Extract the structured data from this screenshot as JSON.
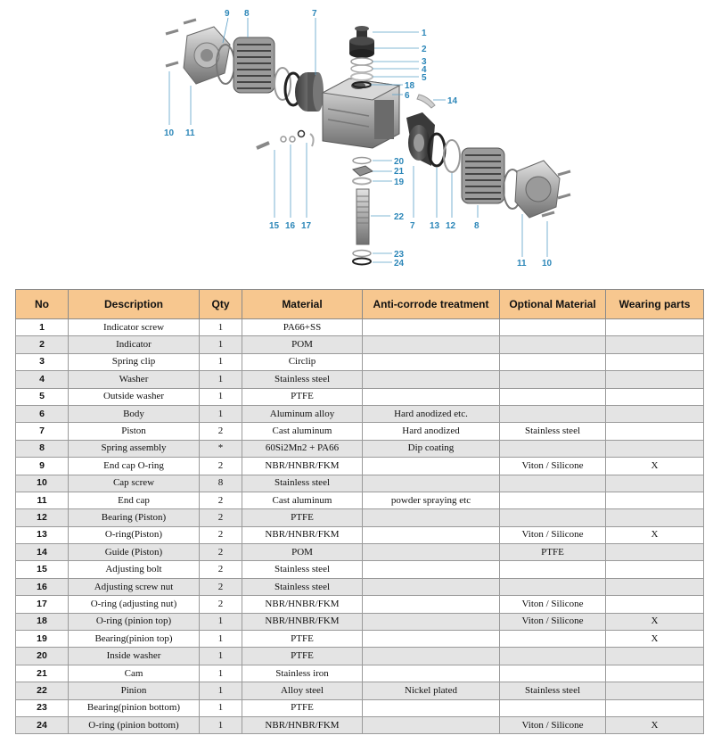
{
  "diagram": {
    "callouts": [
      "1",
      "2",
      "3",
      "4",
      "5",
      "18",
      "6",
      "14",
      "7",
      "8",
      "9",
      "10",
      "11",
      "15",
      "16",
      "17",
      "20",
      "21",
      "19",
      "22",
      "7",
      "13",
      "12",
      "8",
      "23",
      "24",
      "11",
      "10"
    ]
  },
  "table": {
    "headers": {
      "no": "No",
      "description": "Description",
      "qty": "Qty",
      "material": "Material",
      "treatment": "Anti-corrode treatment",
      "optional": "Optional Material",
      "wearing": "Wearing parts"
    },
    "rows": [
      {
        "no": "1",
        "description": "Indicator screw",
        "qty": "1",
        "material": "PA66+SS",
        "treatment": "",
        "optional": "",
        "wearing": ""
      },
      {
        "no": "2",
        "description": "Indicator",
        "qty": "1",
        "material": "POM",
        "treatment": "",
        "optional": "",
        "wearing": ""
      },
      {
        "no": "3",
        "description": "Spring clip",
        "qty": "1",
        "material": "Circlip",
        "treatment": "",
        "optional": "",
        "wearing": ""
      },
      {
        "no": "4",
        "description": "Washer",
        "qty": "1",
        "material": "Stainless steel",
        "treatment": "",
        "optional": "",
        "wearing": ""
      },
      {
        "no": "5",
        "description": "Outside washer",
        "qty": "1",
        "material": "PTFE",
        "treatment": "",
        "optional": "",
        "wearing": ""
      },
      {
        "no": "6",
        "description": "Body",
        "qty": "1",
        "material": "Aluminum alloy",
        "treatment": "Hard anodized etc.",
        "optional": "",
        "wearing": ""
      },
      {
        "no": "7",
        "description": "Piston",
        "qty": "2",
        "material": "Cast aluminum",
        "treatment": "Hard anodized",
        "optional": "Stainless steel",
        "wearing": ""
      },
      {
        "no": "8",
        "description": "Spring assembly",
        "qty": "*",
        "material": "60Si2Mn2 +  PA66",
        "treatment": "Dip coating",
        "optional": "",
        "wearing": ""
      },
      {
        "no": "9",
        "description": "End cap O-ring",
        "qty": "2",
        "material": "NBR/HNBR/FKM",
        "treatment": "",
        "optional": "Viton / Silicone",
        "wearing": "X"
      },
      {
        "no": "10",
        "description": "Cap screw",
        "qty": "8",
        "material": "Stainless steel",
        "treatment": "",
        "optional": "",
        "wearing": ""
      },
      {
        "no": "11",
        "description": "End cap",
        "qty": "2",
        "material": "Cast aluminum",
        "treatment": "powder spraying etc",
        "optional": "",
        "wearing": ""
      },
      {
        "no": "12",
        "description": "Bearing (Piston)",
        "qty": "2",
        "material": "PTFE",
        "treatment": "",
        "optional": "",
        "wearing": ""
      },
      {
        "no": "13",
        "description": "O-ring(Piston)",
        "qty": "2",
        "material": "NBR/HNBR/FKM",
        "treatment": "",
        "optional": "Viton / Silicone",
        "wearing": "X"
      },
      {
        "no": "14",
        "description": "Guide (Piston)",
        "qty": "2",
        "material": "POM",
        "treatment": "",
        "optional": "PTFE",
        "wearing": ""
      },
      {
        "no": "15",
        "description": "Adjusting bolt",
        "qty": "2",
        "material": "Stainless steel",
        "treatment": "",
        "optional": "",
        "wearing": ""
      },
      {
        "no": "16",
        "description": "Adjusting screw nut",
        "qty": "2",
        "material": "Stainless steel",
        "treatment": "",
        "optional": "",
        "wearing": ""
      },
      {
        "no": "17",
        "description": "O-ring (adjusting nut)",
        "qty": "2",
        "material": "NBR/HNBR/FKM",
        "treatment": "",
        "optional": "Viton / Silicone",
        "wearing": ""
      },
      {
        "no": "18",
        "description": "O-ring (pinion top)",
        "qty": "1",
        "material": "NBR/HNBR/FKM",
        "treatment": "",
        "optional": "Viton / Silicone",
        "wearing": "X"
      },
      {
        "no": "19",
        "description": "Bearing(pinion top)",
        "qty": "1",
        "material": "PTFE",
        "treatment": "",
        "optional": "",
        "wearing": "X"
      },
      {
        "no": "20",
        "description": "Inside washer",
        "qty": "1",
        "material": "PTFE",
        "treatment": "",
        "optional": "",
        "wearing": ""
      },
      {
        "no": "21",
        "description": "Cam",
        "qty": "1",
        "material": "Stainless iron",
        "treatment": "",
        "optional": "",
        "wearing": ""
      },
      {
        "no": "22",
        "description": "Pinion",
        "qty": "1",
        "material": "Alloy steel",
        "treatment": "Nickel plated",
        "optional": "Stainless steel",
        "wearing": ""
      },
      {
        "no": "23",
        "description": "Bearing(pinion bottom)",
        "qty": "1",
        "material": "PTFE",
        "treatment": "",
        "optional": "",
        "wearing": ""
      },
      {
        "no": "24",
        "description": "O-ring (pinion bottom)",
        "qty": "1",
        "material": "NBR/HNBR/FKM",
        "treatment": "",
        "optional": "Viton / Silicone",
        "wearing": "X"
      }
    ]
  }
}
